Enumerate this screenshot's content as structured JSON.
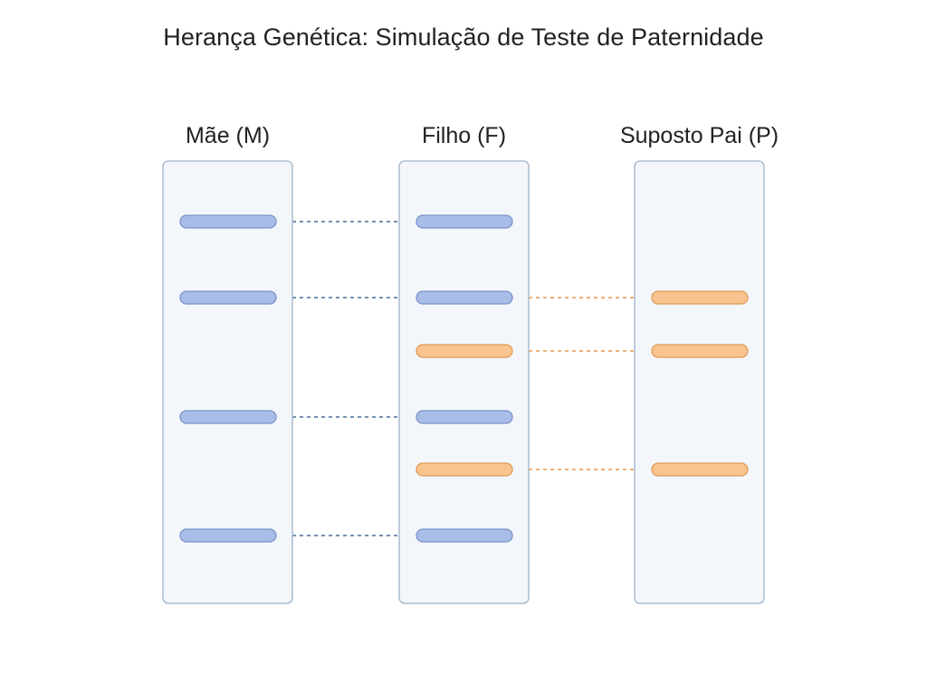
{
  "title": "Herança Genética: Simulação de Teste de Paternidade",
  "colors": {
    "mother_band": "#a9bde9",
    "mother_band_stroke": "#7b93c8",
    "father_band": "#f9c48f",
    "father_band_stroke": "#e29a55",
    "mother_link": "#4a6f96",
    "father_link": "#e8964a",
    "lane_fill": "#f3f7fb",
    "lane_stroke": "#9fb3c8"
  },
  "lanes": [
    {
      "id": "mother",
      "label": "Mãe (M)",
      "bands": [
        {
          "level": 1,
          "origin": "mother"
        },
        {
          "level": 2,
          "origin": "mother"
        },
        {
          "level": 4,
          "origin": "mother"
        },
        {
          "level": 6,
          "origin": "mother"
        }
      ]
    },
    {
      "id": "child",
      "label": "Filho (F)",
      "bands": [
        {
          "level": 1,
          "origin": "mother"
        },
        {
          "level": 2,
          "origin": "mother"
        },
        {
          "level": 3,
          "origin": "father"
        },
        {
          "level": 4,
          "origin": "mother"
        },
        {
          "level": 5,
          "origin": "father"
        },
        {
          "level": 6,
          "origin": "mother"
        }
      ]
    },
    {
      "id": "father",
      "label": "Suposto Pai (P)",
      "bands": [
        {
          "level": 2,
          "origin": "father"
        },
        {
          "level": 3,
          "origin": "father"
        },
        {
          "level": 5,
          "origin": "father"
        }
      ]
    }
  ],
  "links": [
    {
      "from": "mother",
      "to": "child",
      "level": 1,
      "origin": "mother"
    },
    {
      "from": "mother",
      "to": "child",
      "level": 2,
      "origin": "mother"
    },
    {
      "from": "mother",
      "to": "child",
      "level": 4,
      "origin": "mother"
    },
    {
      "from": "mother",
      "to": "child",
      "level": 6,
      "origin": "mother"
    },
    {
      "from": "child",
      "to": "father",
      "level": 2,
      "origin": "father"
    },
    {
      "from": "child",
      "to": "father",
      "level": 3,
      "origin": "father"
    },
    {
      "from": "child",
      "to": "father",
      "level": 5,
      "origin": "father"
    }
  ]
}
